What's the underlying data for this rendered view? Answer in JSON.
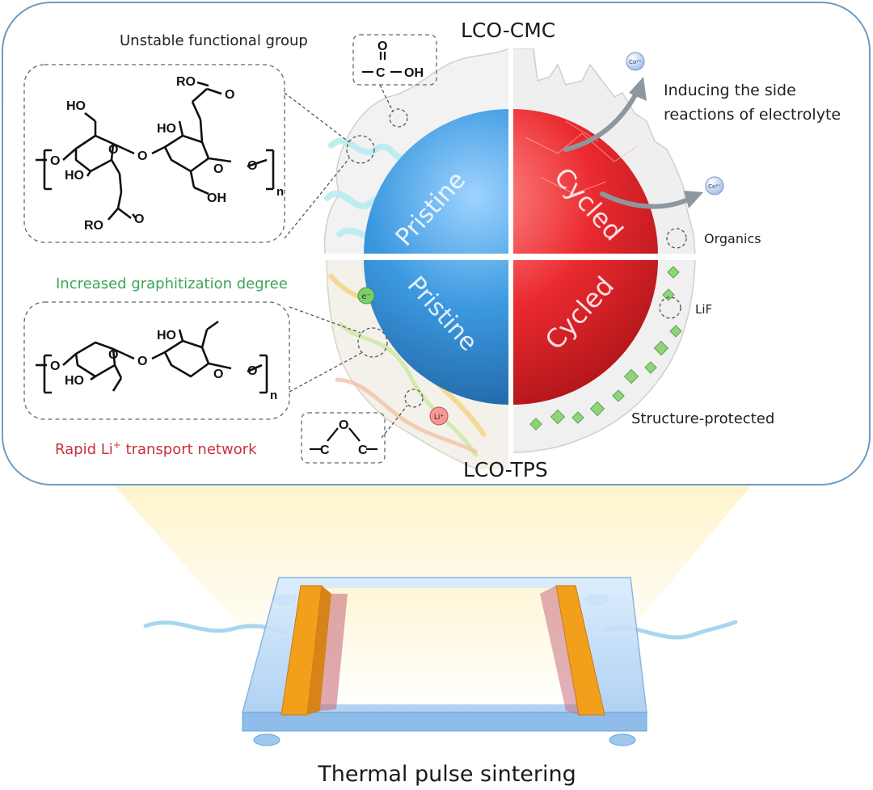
{
  "labels": {
    "lco_cmc": "LCO-CMC",
    "lco_tps": "LCO-TPS",
    "unstable_group": "Unstable functional group",
    "inducing_line1": "Inducing the side",
    "inducing_line2": "reactions of electrolyte",
    "organics": "Organics",
    "graphitization": "Increased graphitization degree",
    "rapid_li_prefix": "Rapid Li",
    "rapid_li_sup": "+",
    "rapid_li_suffix": " transport network",
    "lif": "LiF",
    "structure_protected": "Structure-protected",
    "thermal_pulse": "Thermal pulse sintering",
    "pristine": "Pristine",
    "cycled": "Cycled",
    "co2_ion": "Co²⁺",
    "electron": "e⁻",
    "li_ion": "Li⁺"
  },
  "chem_cmc": {
    "ho_top": "HO",
    "ro_top": "RO",
    "o_top": "O",
    "ho_mid": "HO",
    "o_left": "O",
    "ho_left": "HO",
    "o_ring1": "O",
    "o_bridge": "O",
    "o_ring2": "O",
    "o_right": "O",
    "oh_bottom": "OH",
    "ro_bottom": "RO",
    "o_bottom": "O",
    "n": "n"
  },
  "chem_cooh": {
    "o": "O",
    "c": "C",
    "oh": "OH"
  },
  "chem_tps": {
    "ho_top": "HO",
    "o_left": "O",
    "ho_left": "HO",
    "o_ring1": "O",
    "o_bridge": "O",
    "o_ring2": "O",
    "o_right": "O",
    "n": "n"
  },
  "chem_ether": {
    "o": "O",
    "c1": "C",
    "c2": "C"
  },
  "colors": {
    "pristine_blue": "#3d9ae0",
    "cycled_red": "#e8242a",
    "graphitization_green": "#3aa656",
    "rapid_red": "#c8323c",
    "panel_border": "#6c9cc4",
    "electrode_orange": "#f2a01c"
  }
}
